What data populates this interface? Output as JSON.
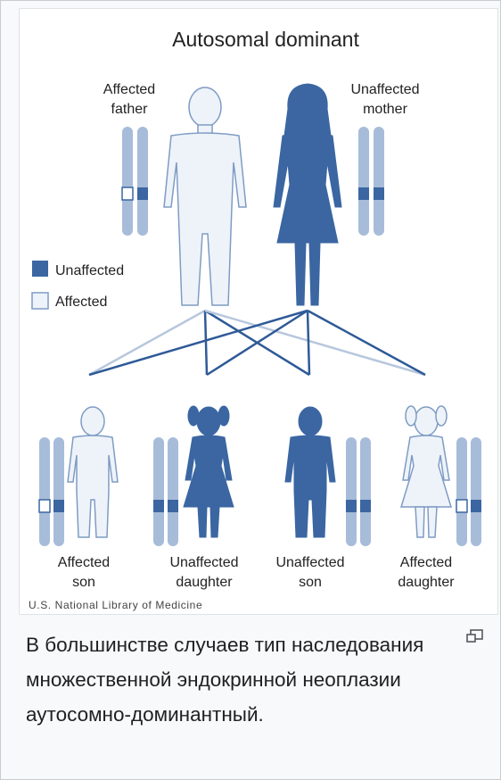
{
  "diagram": {
    "title": "Autosomal dominant",
    "father_label": [
      "Affected",
      "father"
    ],
    "mother_label": [
      "Unaffected",
      "mother"
    ],
    "legend": [
      {
        "label": "Unaffected",
        "color": "#3b66a2"
      },
      {
        "label": "Affected",
        "color": "#eef3f9"
      }
    ],
    "children": [
      {
        "label": [
          "Affected",
          "son"
        ],
        "status": "affected"
      },
      {
        "label": [
          "Unaffected",
          "daughter"
        ],
        "status": "unaffected"
      },
      {
        "label": [
          "Unaffected",
          "son"
        ],
        "status": "unaffected"
      },
      {
        "label": [
          "Affected",
          "daughter"
        ],
        "status": "affected"
      }
    ],
    "credit": "U.S. National Library of Medicine"
  },
  "caption": "В большинстве случаев тип наследования множественной эндокринной неоплазии аутосомно-доминантный.",
  "colors": {
    "unaffected_fill": "#3b66a2",
    "affected_fill": "#eef3f9",
    "outline": "#7f9cc4",
    "chromosome": "#a7bcd9"
  },
  "icons": [
    "magnify-icon"
  ]
}
